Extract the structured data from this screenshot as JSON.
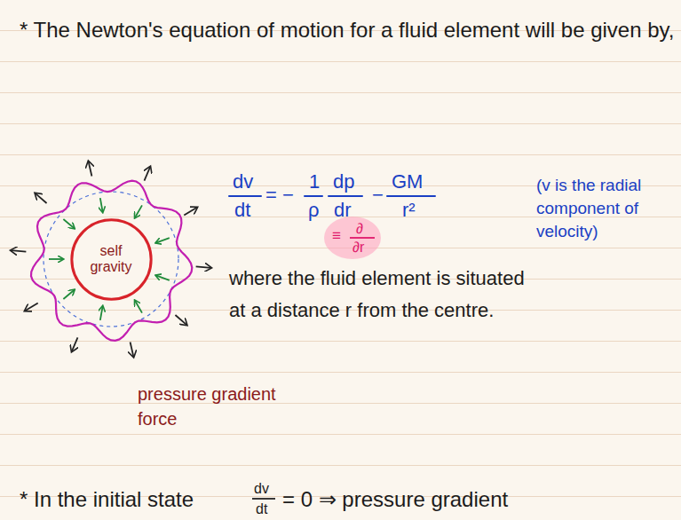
{
  "diagram": {
    "nodes": [
      {
        "text": [
          "self gravity"
        ]
      }
    ],
    "labels": [
      "* The Newton's equation of motion for a fluid element will be given by,",
      "dv",
      "dt",
      "=",
      "−",
      "1",
      "ρ",
      "dp",
      "dr",
      "−",
      "GM",
      "r²",
      "(v is the radial component of velocity)",
      "≡",
      "∂",
      "∂r",
      "where the fluid element is situated at a distance r from the centre.",
      "pressure gradient force",
      "* In the initial state",
      "dv",
      "dt",
      "= 0 ⇒ pressure gradient"
    ]
  }
}
